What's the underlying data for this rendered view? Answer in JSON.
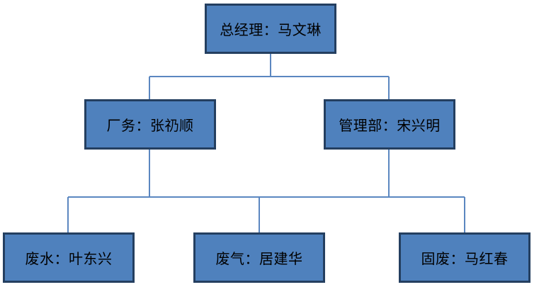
{
  "org_chart": {
    "root": {
      "label": "总经理：马文琳"
    },
    "level2": [
      {
        "label": "厂务：张礽顺"
      },
      {
        "label": "管理部：宋兴明"
      }
    ],
    "level3": [
      {
        "label": "废水：叶东兴"
      },
      {
        "label": "废气：居建华"
      },
      {
        "label": "固废：马红春"
      }
    ]
  },
  "colors": {
    "box_fill": "#4F81BD",
    "box_border": "#243F60",
    "connector": "#5B87C0",
    "text": "#000000"
  }
}
